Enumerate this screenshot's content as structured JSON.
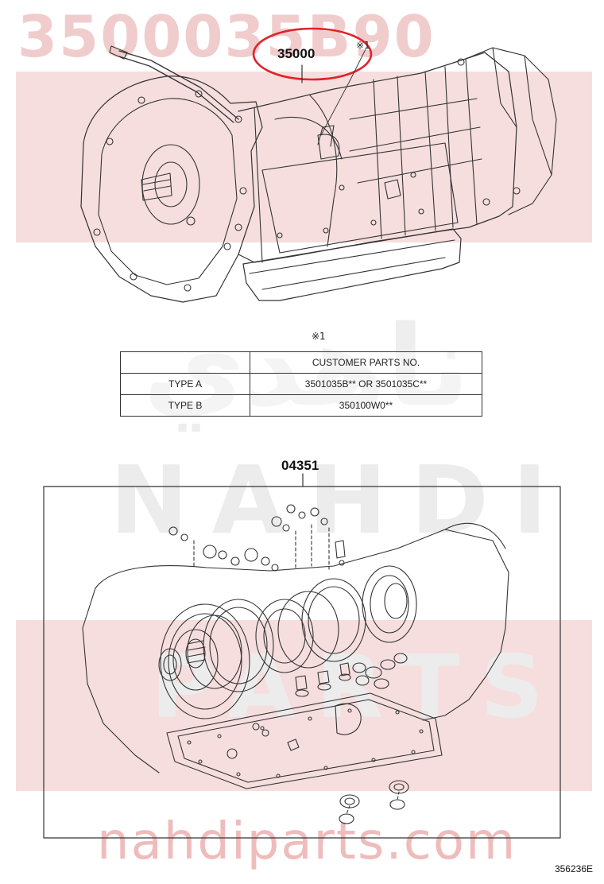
{
  "watermark": {
    "top_number": "3500035B90",
    "brand_latin_1": "NAHDI",
    "brand_latin_2": "PARTS",
    "brand_arabic": "ناهدي",
    "url": "nahdiparts.com"
  },
  "diagram": {
    "main_part_no": "35000",
    "note_mark": "※1",
    "kit_part_no": "04351",
    "doc_id": "356236E"
  },
  "parts_table": {
    "header": [
      "",
      "CUSTOMER PARTS NO."
    ],
    "rows": [
      [
        "TYPE A",
        "3501035B** OR 3501035C**"
      ],
      [
        "TYPE B",
        "350100W0**"
      ]
    ]
  },
  "colors": {
    "watermark_band": "#f6dede",
    "highlight_circle": "#e0232b",
    "line_art": "#333333"
  }
}
